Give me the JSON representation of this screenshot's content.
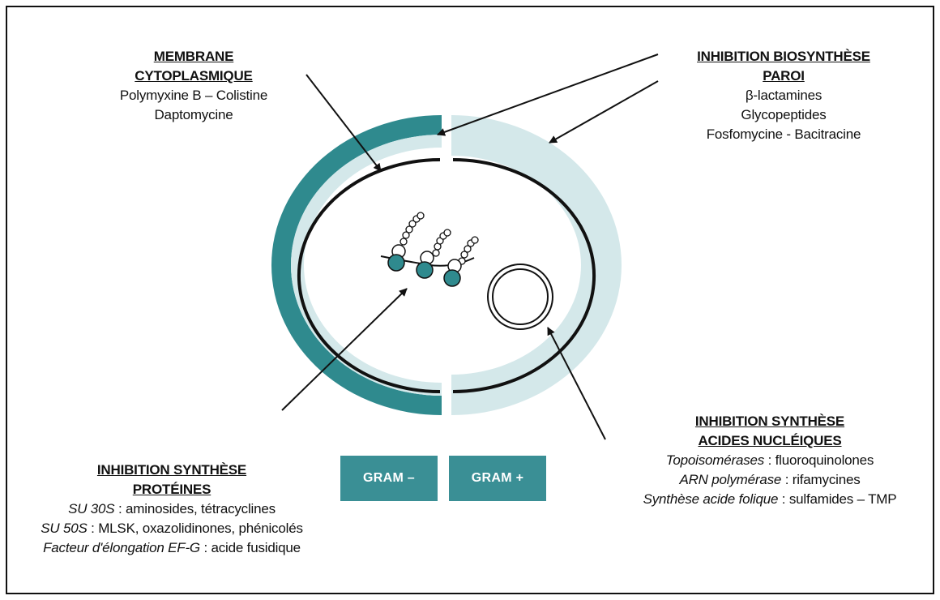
{
  "colors": {
    "gram_negative_wall": "#2f8a8e",
    "gram_positive_wall": "#d4e8ea",
    "membrane": "#111111",
    "label_box": "#3a8f95"
  },
  "membrane": {
    "heading": [
      "MEMBRANE",
      "CYTOPLASMIQUE"
    ],
    "lines": [
      "Polymyxine B – Colistine",
      "Daptomycine"
    ]
  },
  "wall": {
    "heading": [
      "INHIBITION BIOSYNTHÈSE",
      "PAROI"
    ],
    "lines": [
      "β-lactamines",
      "Glycopeptides",
      "Fosfomycine - Bacitracine"
    ]
  },
  "proteins": {
    "heading": [
      "INHIBITION SYNTHÈSE",
      "PROTÉINES"
    ],
    "lines": [
      {
        "italic": "SU 30S",
        "rest": " : aminosides, tétracyclines"
      },
      {
        "italic": "SU 50S",
        "rest": " : MLSK, oxazolidinones, phénicolés"
      },
      {
        "italic": "Facteur d'élongation EF-G",
        "rest": " : acide fusidique"
      }
    ]
  },
  "nucleic": {
    "heading": [
      "INHIBITION SYNTHÈSE",
      "ACIDES NUCLÉIQUES"
    ],
    "lines": [
      {
        "italic": "Topoisomérases",
        "rest": " : fluoroquinolones"
      },
      {
        "italic": "ARN polymérase",
        "rest": " : rifamycines"
      },
      {
        "italic": "Synthèse acide folique",
        "rest": " : sulfamides – TMP"
      }
    ]
  },
  "gram_labels": {
    "negative": "GRAM –",
    "positive": "GRAM +"
  }
}
